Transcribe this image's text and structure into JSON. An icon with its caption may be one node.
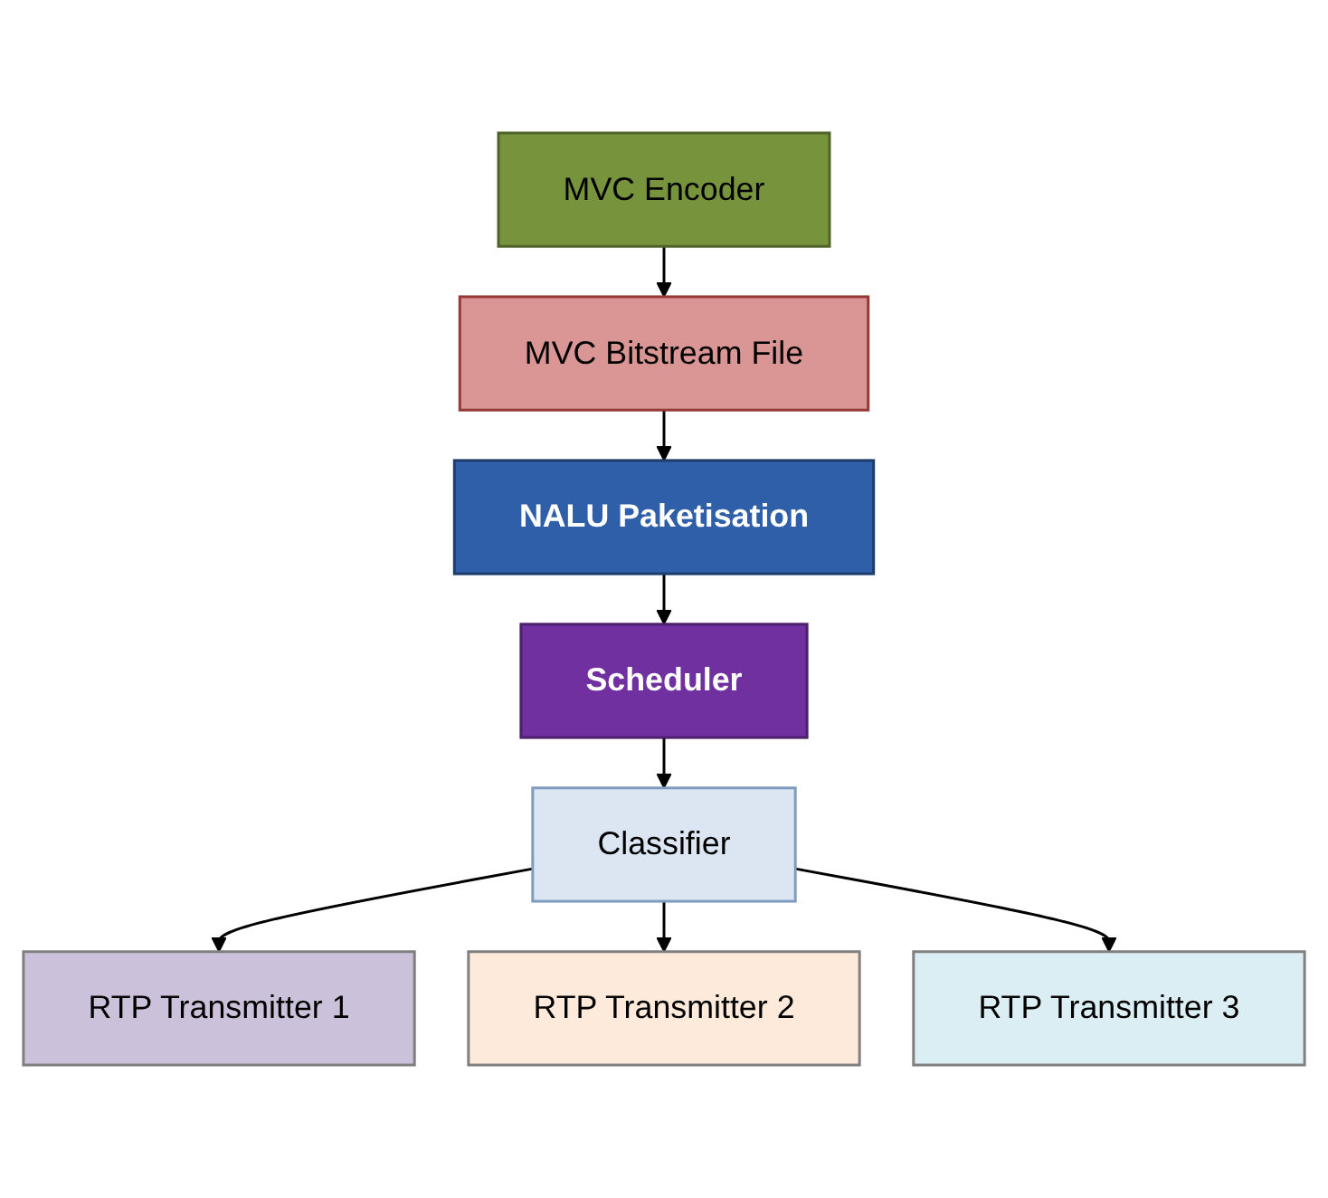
{
  "diagram": {
    "nodes": [
      {
        "text": [
          "MVC Encoder"
        ]
      },
      {
        "text": [
          "MVC Bitstream File"
        ]
      },
      {
        "text": [
          "NALU Paketisation"
        ]
      },
      {
        "text": [
          "Scheduler"
        ]
      },
      {
        "text": [
          "Classifier"
        ]
      },
      {
        "text": [
          "RTP Transmitter 1"
        ]
      },
      {
        "text": [
          "RTP Transmitter 2"
        ]
      },
      {
        "text": [
          "RTP Transmitter 3"
        ]
      }
    ],
    "edges": [
      {
        "from": 0,
        "to": 1,
        "arrow": "to"
      },
      {
        "from": 1,
        "to": 2,
        "arrow": "to"
      },
      {
        "from": 2,
        "to": 3,
        "arrow": "to"
      },
      {
        "from": 3,
        "to": 4,
        "arrow": "to"
      },
      {
        "from": 4,
        "to": 5,
        "arrow": "to"
      },
      {
        "from": 4,
        "to": 6,
        "arrow": "to"
      },
      {
        "from": 4,
        "to": 7,
        "arrow": "to"
      }
    ]
  }
}
